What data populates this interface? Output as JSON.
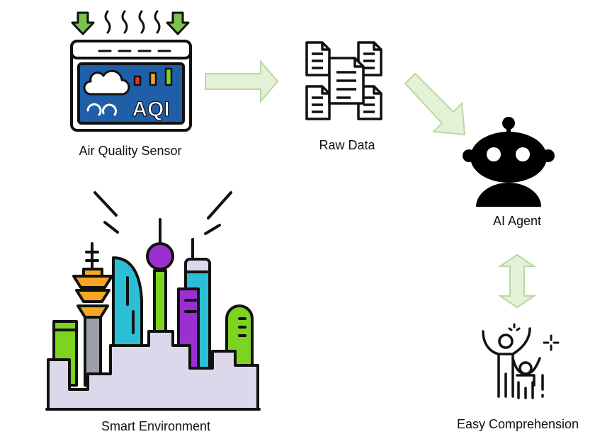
{
  "nodes": {
    "sensor": {
      "label": "Air Quality Sensor",
      "screen_text": "AQI"
    },
    "raw_data": {
      "label": "Raw Data"
    },
    "ai_agent": {
      "label": "AI Agent"
    },
    "smart_environment": {
      "label": "Smart Environment"
    },
    "easy_comprehension": {
      "label": "Easy Comprehension"
    }
  },
  "edges": [
    {
      "from": "sensor",
      "to": "raw_data",
      "style": "one-way"
    },
    {
      "from": "raw_data",
      "to": "ai_agent",
      "style": "one-way"
    },
    {
      "from": "ai_agent",
      "to": "easy_comprehension",
      "style": "two-way"
    }
  ],
  "colors": {
    "arrow_fill": "#e3f1d6",
    "arrow_stroke": "#b9d8a4",
    "sensor_screen": "#1f5fa8",
    "intake_arrow": "#7cc24c",
    "city_cyan": "#2bbfd6",
    "city_purple": "#9b2fd0",
    "city_green": "#7ed321",
    "city_orange": "#f5a623",
    "city_base": "#dcd8ec",
    "outline": "#111111"
  }
}
